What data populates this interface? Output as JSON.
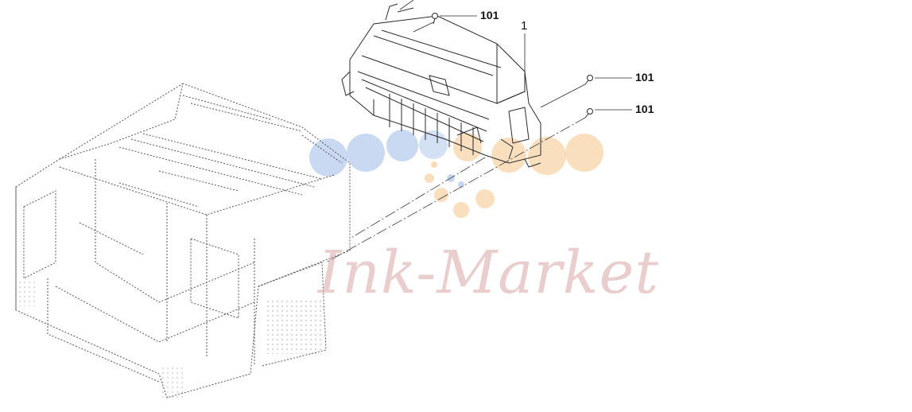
{
  "diagram": {
    "callouts": {
      "screw_top": "101",
      "screw_mid": "101",
      "screw_low": "101",
      "fuser_unit": "1"
    },
    "watermark": {
      "text": "Ink-Market",
      "icon": "ink-dots-logo",
      "colors": {
        "blue": "#b7ccec",
        "orange": "#f7d2a3",
        "text": "#d9a7a7"
      }
    },
    "line_color": "#2a2a2a"
  }
}
